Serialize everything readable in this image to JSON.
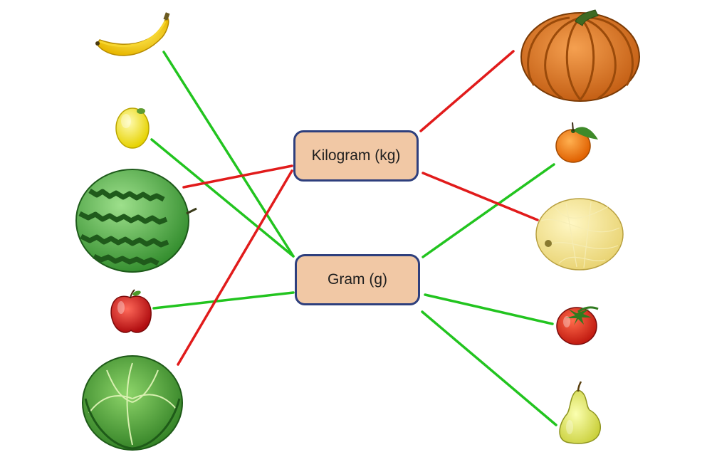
{
  "units": {
    "kilogram": "Kilogram (kg)",
    "gram": "Gram (g)"
  },
  "line_colors": {
    "kilogram": "#e11b1b",
    "gram": "#22c41f"
  },
  "left_items": [
    {
      "name": "banana",
      "unit": "gram"
    },
    {
      "name": "lemon",
      "unit": "gram"
    },
    {
      "name": "watermelon",
      "unit": "kilogram"
    },
    {
      "name": "apple",
      "unit": "gram"
    },
    {
      "name": "cabbage",
      "unit": "kilogram"
    }
  ],
  "right_items": [
    {
      "name": "pumpkin",
      "unit": "kilogram"
    },
    {
      "name": "tangerine",
      "unit": "gram"
    },
    {
      "name": "melon",
      "unit": "kilogram"
    },
    {
      "name": "tomato",
      "unit": "gram"
    },
    {
      "name": "pear",
      "unit": "gram"
    }
  ]
}
